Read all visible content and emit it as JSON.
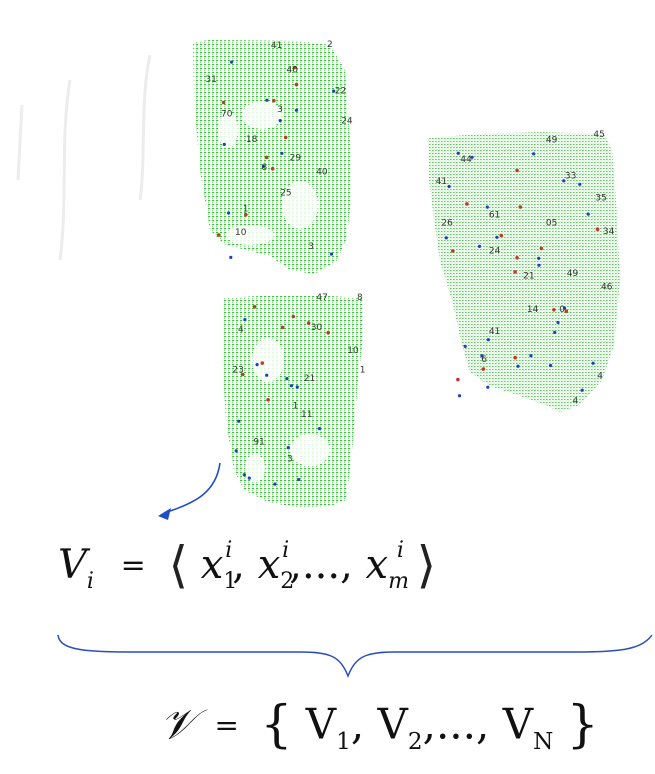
{
  "volumes": [
    {
      "labels": [
        {
          "text": "41",
          "u": 0.48,
          "v": 0.035
        },
        {
          "text": "2",
          "u": 0.84,
          "v": 0.03
        },
        {
          "text": "31",
          "u": 0.06,
          "v": 0.18
        },
        {
          "text": "40",
          "u": 0.58,
          "v": 0.14
        },
        {
          "text": "22",
          "u": 0.89,
          "v": 0.23
        },
        {
          "text": "70",
          "u": 0.16,
          "v": 0.33
        },
        {
          "text": "3",
          "u": 0.52,
          "v": 0.31
        },
        {
          "text": "24",
          "u": 0.93,
          "v": 0.36
        },
        {
          "text": "18",
          "u": 0.32,
          "v": 0.44
        },
        {
          "text": "29",
          "u": 0.6,
          "v": 0.52
        },
        {
          "text": "40",
          "u": 0.77,
          "v": 0.58
        },
        {
          "text": "1",
          "u": 0.3,
          "v": 0.74
        },
        {
          "text": "10",
          "u": 0.25,
          "v": 0.84
        },
        {
          "text": "3",
          "u": 0.72,
          "v": 0.9
        },
        {
          "text": "25",
          "u": 0.54,
          "v": 0.67
        },
        {
          "text": "8",
          "u": 0.42,
          "v": 0.56
        }
      ],
      "red_count": 9,
      "blue_count": 11
    },
    {
      "labels": [
        {
          "text": "49",
          "u": 0.61,
          "v": 0.03
        },
        {
          "text": "45",
          "u": 0.86,
          "v": 0.01
        },
        {
          "text": "44",
          "u": 0.16,
          "v": 0.1
        },
        {
          "text": "41",
          "u": 0.03,
          "v": 0.18
        },
        {
          "text": "33",
          "u": 0.71,
          "v": 0.16
        },
        {
          "text": "35",
          "u": 0.87,
          "v": 0.24
        },
        {
          "text": "61",
          "u": 0.31,
          "v": 0.3
        },
        {
          "text": "26",
          "u": 0.06,
          "v": 0.33
        },
        {
          "text": "05",
          "u": 0.61,
          "v": 0.33
        },
        {
          "text": "34",
          "u": 0.91,
          "v": 0.36
        },
        {
          "text": "24",
          "u": 0.31,
          "v": 0.43
        },
        {
          "text": "21",
          "u": 0.49,
          "v": 0.52
        },
        {
          "text": "49",
          "u": 0.72,
          "v": 0.51
        },
        {
          "text": "46",
          "u": 0.9,
          "v": 0.56
        },
        {
          "text": "14",
          "u": 0.51,
          "v": 0.64
        },
        {
          "text": "0",
          "u": 0.68,
          "v": 0.64
        },
        {
          "text": "41",
          "u": 0.31,
          "v": 0.72
        },
        {
          "text": "6",
          "u": 0.27,
          "v": 0.82
        },
        {
          "text": "4",
          "u": 0.88,
          "v": 0.88
        },
        {
          "text": "4",
          "u": 0.75,
          "v": 0.97
        }
      ],
      "red_count": 14,
      "blue_count": 26
    },
    {
      "labels": [
        {
          "text": "47",
          "u": 0.66,
          "v": 0.02
        },
        {
          "text": "8",
          "u": 0.95,
          "v": 0.02
        },
        {
          "text": "4",
          "u": 0.1,
          "v": 0.17
        },
        {
          "text": "30",
          "u": 0.62,
          "v": 0.16
        },
        {
          "text": "10",
          "u": 0.88,
          "v": 0.27
        },
        {
          "text": "23",
          "u": 0.06,
          "v": 0.36
        },
        {
          "text": "1",
          "u": 0.97,
          "v": 0.36
        },
        {
          "text": "21",
          "u": 0.57,
          "v": 0.4
        },
        {
          "text": "1",
          "u": 0.49,
          "v": 0.53
        },
        {
          "text": "11",
          "u": 0.55,
          "v": 0.57
        },
        {
          "text": "91",
          "u": 0.21,
          "v": 0.7
        },
        {
          "text": "3",
          "u": 0.45,
          "v": 0.78
        }
      ],
      "red_count": 8,
      "blue_count": 14
    }
  ],
  "formula_vi": {
    "V": "V",
    "sub_i": "i",
    "eq": "=",
    "lang": "⟨",
    "rang": "⟩",
    "x": "x",
    "sup_i": "i",
    "s1": "1",
    "s2": "2",
    "sm": "m",
    "comma": ",",
    "dots": "...,"
  },
  "formula_set": {
    "V": "𝒱",
    "eq": "=",
    "lbrace": "{",
    "rbrace": "}",
    "item": "V",
    "s1": "1",
    "s2": "2",
    "sN": "N",
    "comma": ",",
    "dots": "...,"
  },
  "colors": {
    "mesh": "#3fbf3f",
    "mesh_light": "#a8e4a8",
    "red_marker": "#c0392b",
    "blue_marker": "#1f3fbf",
    "arrow": "#1f4fc8",
    "brace": "#2a4fb8",
    "label": "#333333"
  }
}
